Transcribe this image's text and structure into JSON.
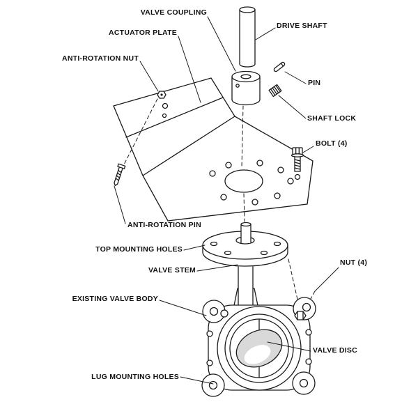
{
  "diagram": {
    "description": "Exploded view of butterfly valve actuator mounting assembly",
    "colors": {
      "line": "#1a1a1a",
      "background": "#ffffff",
      "disc_fill": "#d9d9d9"
    }
  },
  "labels": {
    "valve_coupling": "VALVE COUPLING",
    "drive_shaft": "DRIVE SHAFT",
    "actuator_plate": "ACTUATOR PLATE",
    "anti_rotation_nut": "ANTI-ROTATION NUT",
    "pin": "PIN",
    "shaft_lock": "SHAFT LOCK",
    "bolt_4": "BOLT (4)",
    "anti_rotation_pin": "ANTI-ROTATION PIN",
    "top_mounting_holes": "TOP MOUNTING HOLES",
    "valve_stem": "VALVE STEM",
    "nut_4": "NUT (4)",
    "existing_valve_body": "EXISTING VALVE BODY",
    "valve_disc": "VALVE DISC",
    "lug_mounting_holes": "LUG MOUNTING HOLES"
  }
}
